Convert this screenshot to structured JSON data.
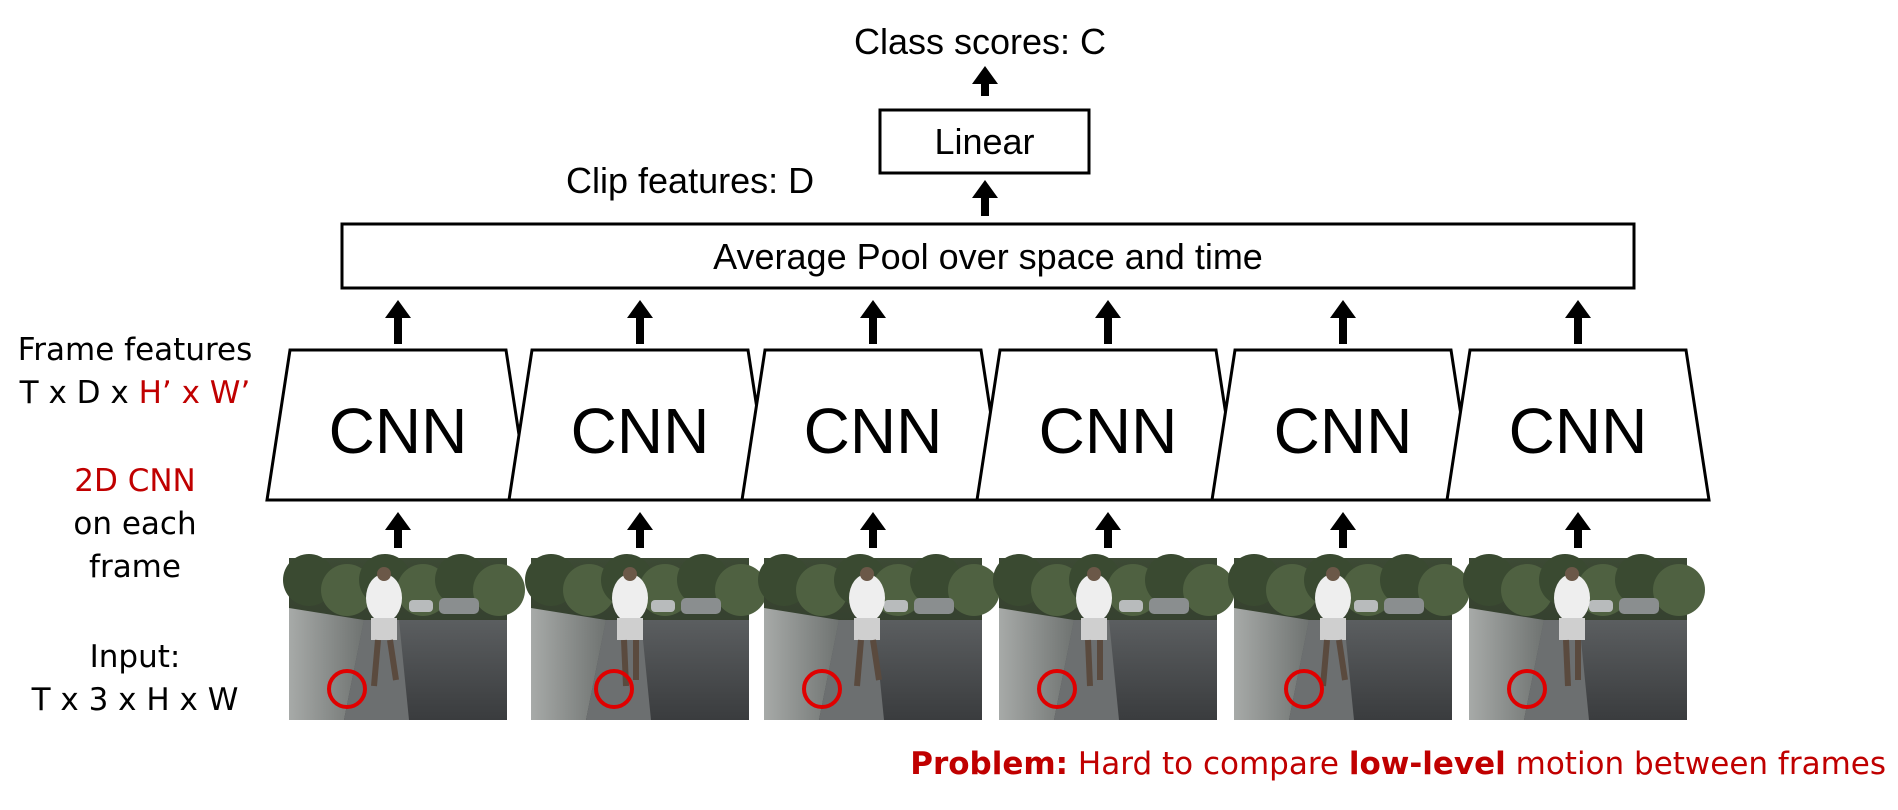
{
  "top": {
    "class_scores": "Class scores: C",
    "linear_label": "Linear",
    "clip_features": "Clip features: D",
    "pool_label": "Average Pool over space and time"
  },
  "cnn_blocks": [
    {
      "label": "CNN"
    },
    {
      "label": "CNN"
    },
    {
      "label": "CNN"
    },
    {
      "label": "CNN"
    },
    {
      "label": "CNN"
    },
    {
      "label": "CNN"
    }
  ],
  "frames": [
    {
      "scene": "person running on street, frame 1"
    },
    {
      "scene": "person running on street, frame 2"
    },
    {
      "scene": "person running on street, frame 3"
    },
    {
      "scene": "person running on street, frame 4"
    },
    {
      "scene": "person running on street, frame 5"
    },
    {
      "scene": "person running on street, frame 6"
    }
  ],
  "side_labels": {
    "frame_features_title": "Frame features",
    "frame_features_dims_black": "T x D x ",
    "frame_features_dims_red": "H’ x W’",
    "cnn2d_red": "2D CNN",
    "cnn2d_rest_1": "on each",
    "cnn2d_rest_2": "frame",
    "input_title": "Input:",
    "input_dims": "T x 3 x H x W"
  },
  "problem": {
    "bold_1": "Problem:",
    "text_1": " Hard to compare ",
    "bold_2": "low-level",
    "text_2": " motion between frames"
  },
  "colors": {
    "highlight_red": "#e00000",
    "text_red": "#c00000"
  }
}
